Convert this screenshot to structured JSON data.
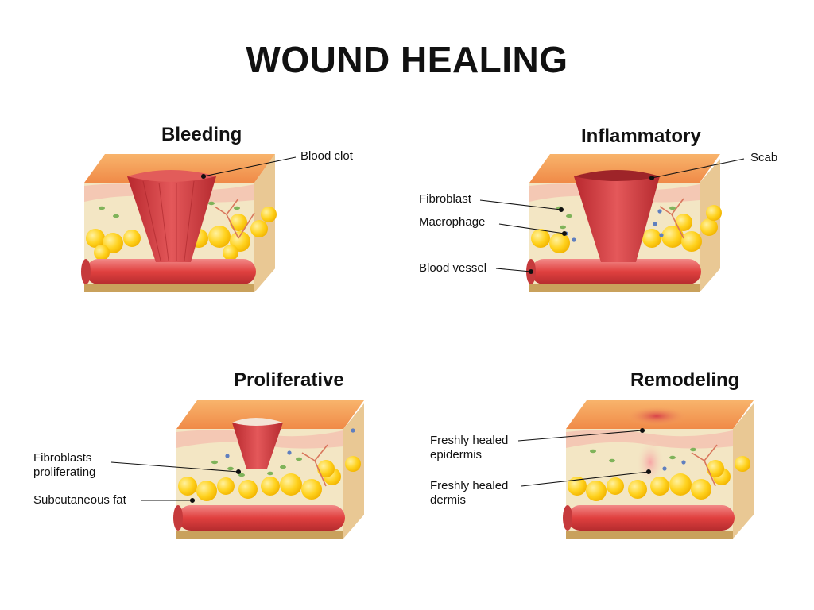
{
  "title": "WOUND HEALING",
  "stages": [
    {
      "name": "Bleeding",
      "labels": [
        "Blood clot"
      ]
    },
    {
      "name": "Inflammatory",
      "labels": [
        "Scab",
        "Fibroblast",
        "Macrophage",
        "Blood vessel"
      ]
    },
    {
      "name": "Proliferative",
      "labels": [
        "Fibroblasts",
        "proliferating",
        "Subcutaneous fat"
      ]
    },
    {
      "name": "Remodeling",
      "labels": [
        "Freshly healed",
        "epidermis",
        "Freshly healed",
        "dermis"
      ]
    }
  ],
  "colors": {
    "skin_top": "#f6a25a",
    "epidermis": "#f4c8b4",
    "dermis": "#f3e6c4",
    "fat": "#ffd21e",
    "vessel": "#e3494a",
    "wound": "#cf3b3f",
    "base": "#c9a15c"
  }
}
